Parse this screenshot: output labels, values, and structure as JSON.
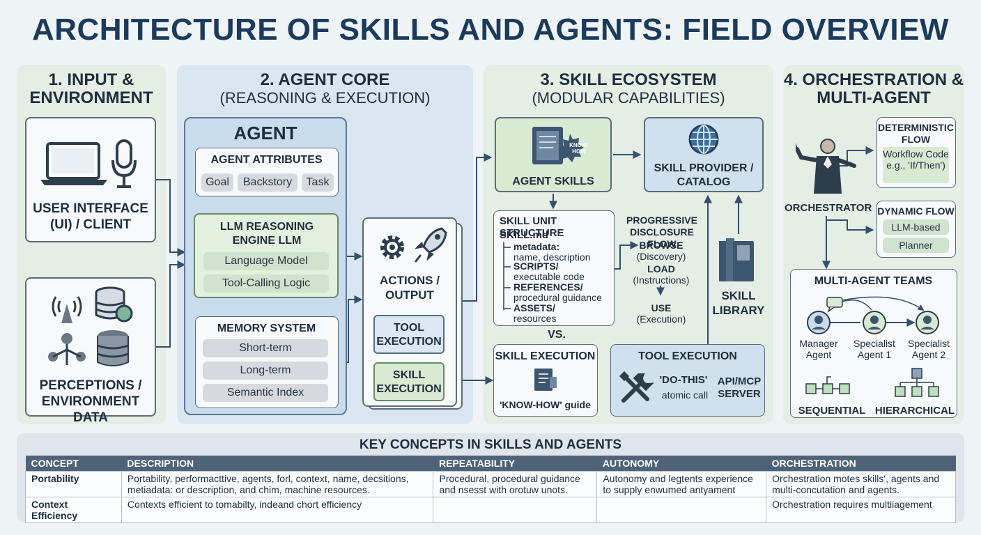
{
  "title": "ARCHITECTURE OF SKILLS AND AGENTS: FIELD OVERVIEW",
  "colors": {
    "title": "#1b3a5c",
    "green_panel": "#e4eee4",
    "blue_panel": "#d9e6f1",
    "table_header": "#4e6378"
  },
  "sections": {
    "input": {
      "heading": "1. INPUT & ENVIRONMENT",
      "ui_label": "USER INTERFACE (UI) / CLIENT",
      "perception_label": "PERCEPTIONS / ENVIRONMENT DATA",
      "icons": [
        "laptop-icon",
        "microphone-icon",
        "antenna-icon",
        "database-icon",
        "network-icon",
        "storage-icon"
      ]
    },
    "core": {
      "heading": "2. AGENT CORE",
      "subheading": "(REASONING & EXECUTION)",
      "agent_label": "AGENT",
      "attributes_title": "AGENT ATTRIBUTES",
      "attributes": [
        "Goal",
        "Backstory",
        "Task"
      ],
      "llm_title": "LLM REASONING ENGINE LLM",
      "llm_items": [
        "Language Model",
        "Tool-Calling Logic"
      ],
      "memory_title": "MEMORY SYSTEM",
      "memory_items": [
        "Short-term",
        "Long-term",
        "Semantic Index"
      ],
      "actions_label": "ACTIONS / OUTPUT",
      "tool_execution": "TOOL EXECUTION",
      "skill_execution": "SKILL EXECUTION"
    },
    "ecosystem": {
      "heading": "3. SKILL ECOSYSTEM",
      "subheading": "(MODULAR CAPABILITIES)",
      "agent_skills": "AGENT SKILLS",
      "know_how_badge": "KNOW-HOW",
      "provider": "SKILL PROVIDER / CATALOG",
      "unit_title": "SKILL UNIT STRUCTURE",
      "unit_file": "SKILL.md",
      "unit_rows": [
        {
          "key": "metadata:",
          "desc": "name, description"
        },
        {
          "key": "SCRIPTS/",
          "desc": "executable code"
        },
        {
          "key": "REFERENCES/",
          "desc": "procedural guidance"
        },
        {
          "key": "ASSETS/",
          "desc": "resources"
        }
      ],
      "flow_title": "PROGRESSIVE DISCLOSURE FLOW",
      "flow_steps": [
        {
          "name": "BROWSE",
          "desc": "(Discovery)"
        },
        {
          "name": "LOAD",
          "desc": "(Instructions)"
        },
        {
          "name": "USE",
          "desc": "(Execution)"
        }
      ],
      "library": "SKILL LIBRARY",
      "vs": "VS.",
      "skill_exec_title": "SKILL EXECUTION",
      "skill_exec_caption": "'KNOW-HOW' guide",
      "tool_exec_title": "TOOL EXECUTION",
      "tool_exec_quote": "'DO-THIS'",
      "tool_exec_caption": "atomic call",
      "api": "API/MCP SERVER"
    },
    "orchestration": {
      "heading": "4. ORCHESTRATION & MULTI-AGENT",
      "orchestrator": "ORCHESTRATOR",
      "deterministic_title": "DETERMINISTIC FLOW",
      "deterministic_desc": "Workflow Code e.g., 'If/Then')",
      "dynamic_title": "DYNAMIC FLOW",
      "dynamic_items": [
        "LLM-based",
        "Planner"
      ],
      "teams_title": "MULTI-AGENT TEAMS",
      "agents": [
        "Manager Agent",
        "Specialist Agent 1",
        "Specialist Agent 2"
      ],
      "patterns": [
        "SEQUENTIAL",
        "HIERARCHICAL"
      ]
    }
  },
  "table": {
    "title": "KEY CONCEPTS IN SKILLS AND AGENTS",
    "headers": [
      "CONCEPT",
      "DESCRIPTION",
      "REPEATABILITY",
      "AUTONOMY",
      "ORCHESTRATION"
    ],
    "rows": [
      [
        "Portability",
        "Portability, performacttive, agents, forl, context, name, decsitions, metiadata: or description, and chim, machine resources.",
        "Procedural, procedural guidance and nsesst with orotuw unots.",
        "Autonomy and legtents experience to supply enwumed antyament",
        "Orchestration motes skills', agents and multi-concutation and agents."
      ],
      [
        "Context Efficiency",
        "Contexts efficient to tomabilty, indeand chort efficiency",
        "",
        "",
        "Orchestration requires multiiagement"
      ]
    ]
  }
}
